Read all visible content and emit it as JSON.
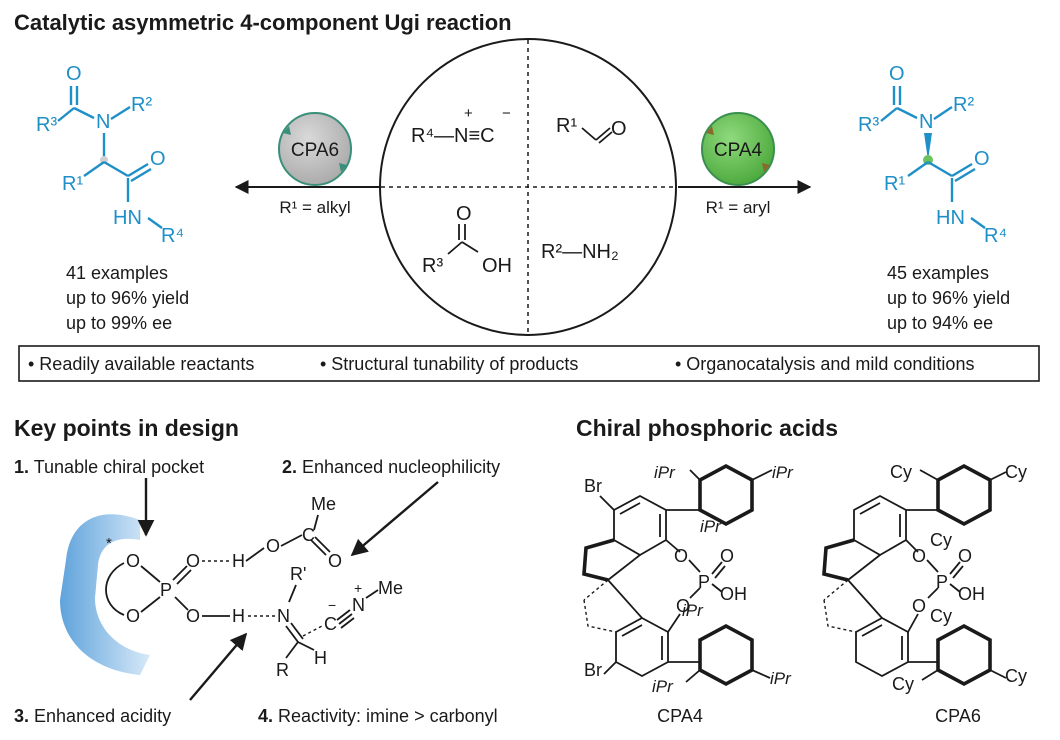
{
  "top": {
    "title": "Catalytic asymmetric 4-component Ugi reaction",
    "center": {
      "isocyanide": "R⁴—N≡C",
      "iso_plus": "+",
      "iso_minus": "−",
      "aldehyde_r": "R¹",
      "aldehyde_o": "O",
      "acid_o": "O",
      "acid_r": "R³",
      "acid_oh": "OH",
      "amine": "R²—NH₂"
    },
    "left": {
      "catalyst": "CPA6",
      "condition": "R¹ = alkyl",
      "product": {
        "o": "O",
        "r3": "R³",
        "n": "N",
        "r2": "R²",
        "r1": "R¹",
        "o2": "O",
        "hn": "HN",
        "r4": "R⁴"
      },
      "stats": [
        "41 examples",
        "up to 96% yield",
        "up to 99% ee"
      ]
    },
    "right": {
      "catalyst": "CPA4",
      "condition": "R¹ = aryl",
      "product": {
        "o": "O",
        "r3": "R³",
        "n": "N",
        "r2": "R²",
        "r1": "R¹",
        "o2": "O",
        "hn": "HN",
        "r4": "R⁴"
      },
      "stats": [
        "45 examples",
        "up to 96% yield",
        "up to 94% ee"
      ]
    },
    "features": [
      "• Readily available reactants",
      "• Structural tunability of products",
      "• Organocatalysis and mild conditions"
    ]
  },
  "design": {
    "title": "Key points in design",
    "points": [
      {
        "num": "1.",
        "text": "Tunable chiral pocket"
      },
      {
        "num": "2.",
        "text": "Enhanced nucleophilicity"
      },
      {
        "num": "3.",
        "text": "Enhanced acidity"
      },
      {
        "num": "4.",
        "text": "Reactivity: imine > carbonyl"
      }
    ],
    "atoms": {
      "star": "*",
      "o1": "O",
      "o2": "O",
      "p": "P",
      "o3": "O",
      "o4": "O",
      "h1": "H",
      "h2": "H",
      "o5": "O",
      "c": "C",
      "me1": "Me",
      "o6": "O",
      "n": "N",
      "r_prime": "R'",
      "r": "R",
      "h3": "H",
      "iso_c": "C",
      "iso_n": "N",
      "iso_minus": "−",
      "iso_plus": "+",
      "me2": "Me"
    }
  },
  "cpa": {
    "title": "Chiral phosphoric acids",
    "cpa4": {
      "name": "CPA4",
      "br1": "Br",
      "br2": "Br",
      "ipr": [
        "iPr",
        "iPr",
        "iPr",
        "iPr",
        "iPr",
        "iPr"
      ],
      "o1": "O",
      "o2": "O",
      "p": "P",
      "o3": "O",
      "oh": "OH"
    },
    "cpa6": {
      "name": "CPA6",
      "cy": [
        "Cy",
        "Cy",
        "Cy",
        "Cy",
        "Cy",
        "Cy"
      ],
      "o1": "O",
      "o2": "O",
      "p": "P",
      "o3": "O",
      "oh": "OH"
    }
  },
  "colors": {
    "product_blue": "#1f8fc8",
    "cpa6_gray": "#c4c4c4",
    "cpa4_green": "#6cc25a",
    "pocket_blue": "#8cbfe6"
  }
}
